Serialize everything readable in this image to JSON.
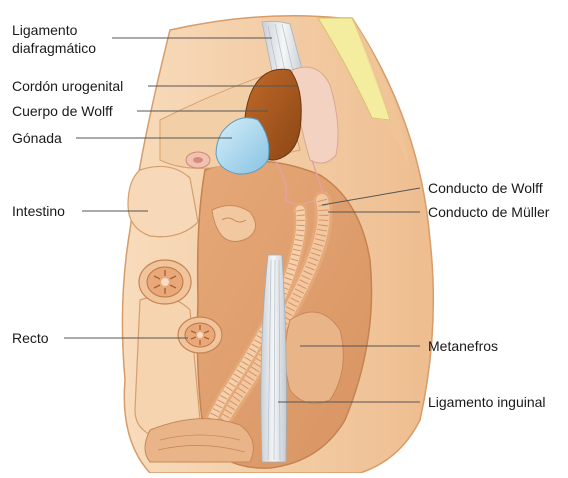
{
  "labels": {
    "ligamento_diafragmatico_1": "Ligamento",
    "ligamento_diafragmatico_2": "diafragmático",
    "cordon_urogenital": "Cordón urogenital",
    "cuerpo_de_wolff": "Cuerpo de Wolff",
    "gonada": "Gónada",
    "intestino": "Intestino",
    "recto": "Recto",
    "conducto_de_wolff": "Conducto de Wolff",
    "conducto_de_muller": "Conducto de Müller",
    "metanefros": "Metanefros",
    "ligamento_inguinal": "Ligamento inguinal"
  },
  "colors": {
    "tissue_light": "#f6d2ae",
    "tissue_mid": "#eeb98a",
    "tissue_dark": "#d99a66",
    "outline": "#c98a58",
    "wolff_body": "#a85a1e",
    "gonad": "#a9d6ec",
    "ligament": "#e8ecef",
    "yellow": "#f4eda0",
    "cord_pink": "#f4d2c2",
    "leader": "#555555"
  }
}
